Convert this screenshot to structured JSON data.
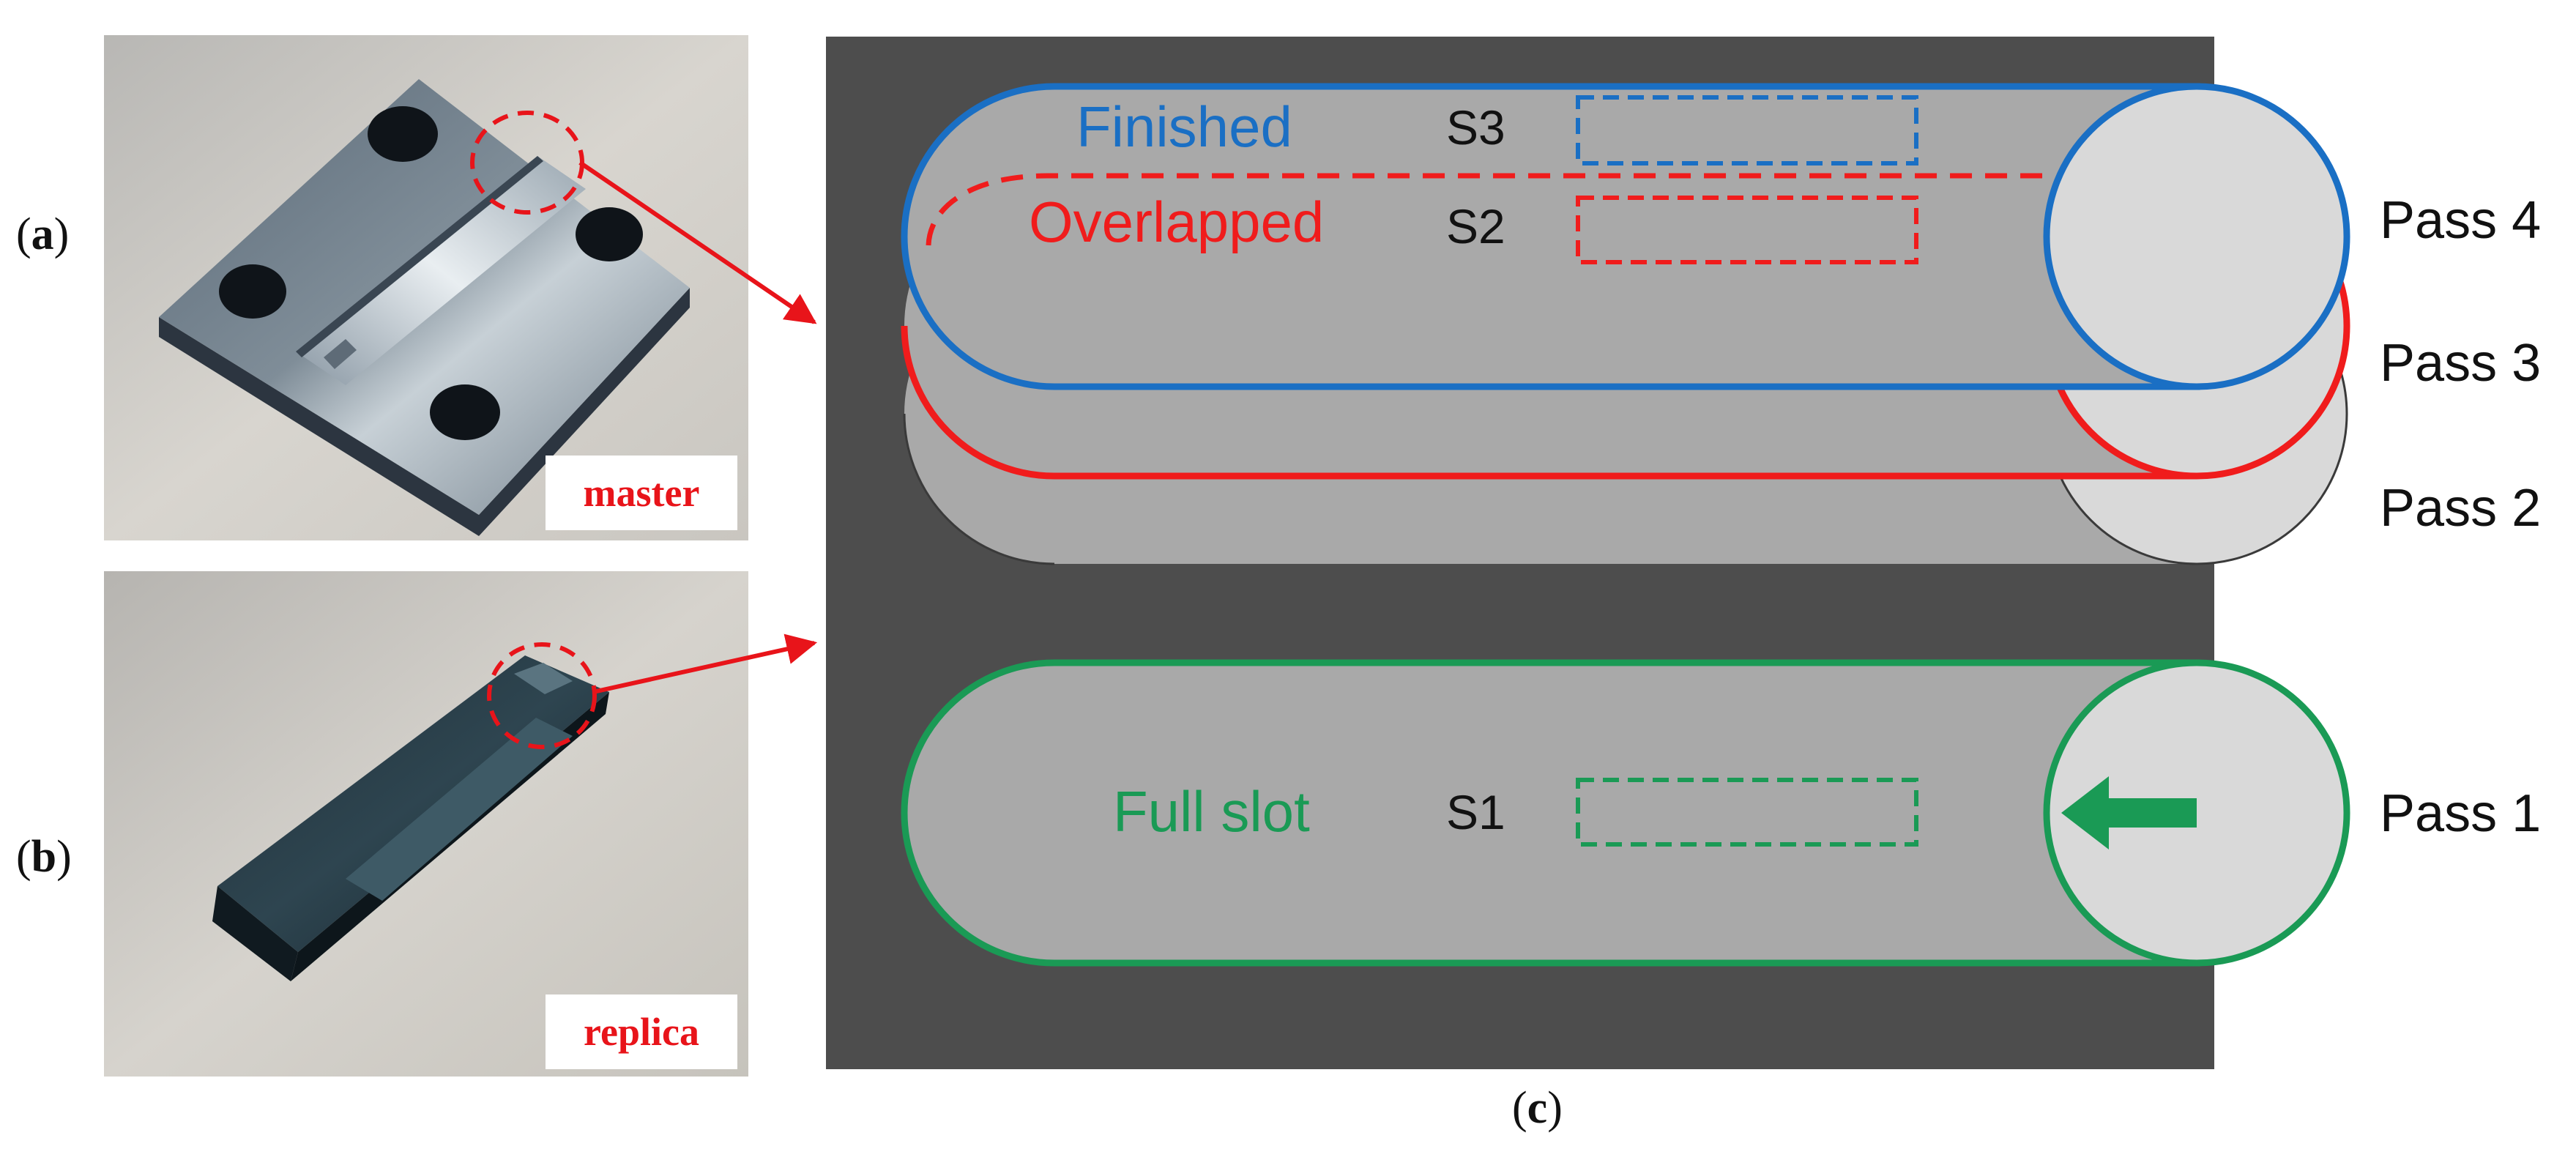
{
  "panels": {
    "a_label": "a",
    "b_label": "b",
    "c_label": "c",
    "master_tag": "master",
    "replica_tag": "replica"
  },
  "slot_diagram": {
    "finished_label": "Finished",
    "overlapped_label": "Overlapped",
    "full_slot_label": "Full slot",
    "s3": "S3",
    "s2": "S2",
    "s1": "S1",
    "pass4": "Pass 4",
    "pass3": "Pass 3",
    "pass2": "Pass 2",
    "pass1": "Pass 1"
  },
  "colors": {
    "blue": "#1a6fc4",
    "red": "#f01c1c",
    "green": "#1a9a55",
    "dark_background": "#4d4d4d",
    "slot_fill": "#a9a9a9",
    "tool_fill": "#d9d9d9",
    "arrow_red": "#e8141a"
  },
  "icons": {
    "feed_direction": "left-arrow-icon",
    "callout": "dashed-circle-callout"
  }
}
